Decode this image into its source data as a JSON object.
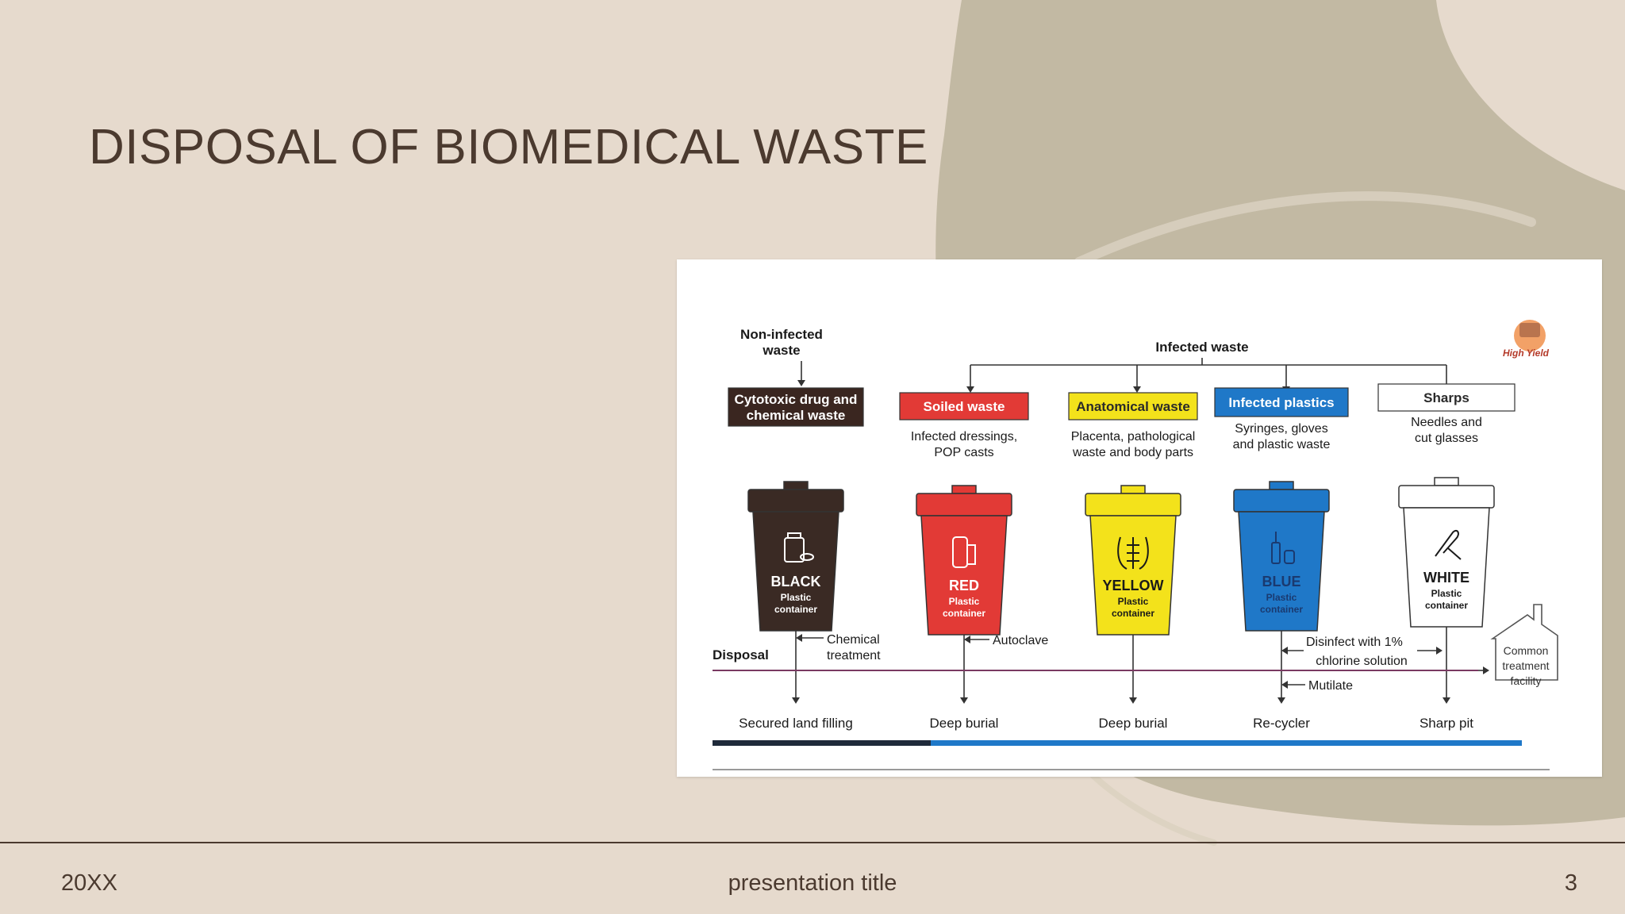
{
  "slide": {
    "title": "DISPOSAL OF BIOMEDICAL WASTE",
    "footer_left": "20XX",
    "footer_center": "presentation title",
    "page_number": "3"
  },
  "diagram": {
    "non_infected_label": [
      "Non-infected",
      "waste"
    ],
    "infected_label": "Infected waste",
    "logo_text": "High Yield",
    "disposal_label": "Disposal",
    "common_facility": [
      "Common",
      "treatment",
      "facility"
    ],
    "categories": [
      {
        "header": [
          "Cytotoxic drug and",
          "chemical waste"
        ],
        "header_color": "#3a2620",
        "header_text_color": "#ffffff",
        "description": [],
        "bin_color": "#3a2a24",
        "bin_name": "BLACK",
        "bin_text_color": "#ffffff",
        "bin_sub": [
          "Plastic",
          "container"
        ],
        "icon": "medicine-bottle-icon",
        "treatment": [
          "Chemical",
          "treatment"
        ],
        "final": "Secured land filling"
      },
      {
        "header": [
          "Soiled waste"
        ],
        "header_color": "#e23a36",
        "header_text_color": "#ffffff",
        "description": [
          "Infected dressings,",
          "POP casts"
        ],
        "bin_color": "#e23a36",
        "bin_name": "RED",
        "bin_text_color": "#ffffff",
        "bin_sub": [
          "Plastic",
          "container"
        ],
        "icon": "bandage-icon",
        "treatment": [
          "Autoclave"
        ],
        "final": "Deep burial"
      },
      {
        "header": [
          "Anatomical waste"
        ],
        "header_color": "#f3e21b",
        "header_text_color": "#2a2a2a",
        "description": [
          "Placenta, pathological",
          "waste and body parts"
        ],
        "bin_color": "#f3e21b",
        "bin_name": "YELLOW",
        "bin_text_color": "#1a1a1a",
        "bin_sub": [
          "Plastic",
          "container"
        ],
        "icon": "body-parts-icon",
        "treatment": [],
        "final": "Deep burial"
      },
      {
        "header": [
          "Infected plastics"
        ],
        "header_color": "#1f78c8",
        "header_text_color": "#ffffff",
        "description": [
          "Syringes, gloves",
          "and plastic waste"
        ],
        "bin_color": "#1f78c8",
        "bin_name": "BLUE",
        "bin_text_color": "#1a3a70",
        "bin_sub": [
          "Plastic",
          "container"
        ],
        "icon": "syringe-icon",
        "treatment": [
          "Disinfect with 1%",
          "chlorine solution",
          "Mutilate"
        ],
        "final": "Re-cycler"
      },
      {
        "header": [
          "Sharps"
        ],
        "header_color": "#ffffff",
        "header_text_color": "#2a2a2a",
        "description": [
          "Needles and",
          "cut glasses"
        ],
        "bin_color": "#ffffff",
        "bin_name": "WHITE",
        "bin_text_color": "#1a1a1a",
        "bin_sub": [
          "Plastic",
          "container"
        ],
        "icon": "needle-icon",
        "treatment": [],
        "final": "Sharp pit"
      }
    ]
  },
  "colors": {
    "background": "#e6dacd",
    "shape": "#c2b9a3",
    "text": "#4b3a2f",
    "disposal_line": "#7a3a62"
  }
}
